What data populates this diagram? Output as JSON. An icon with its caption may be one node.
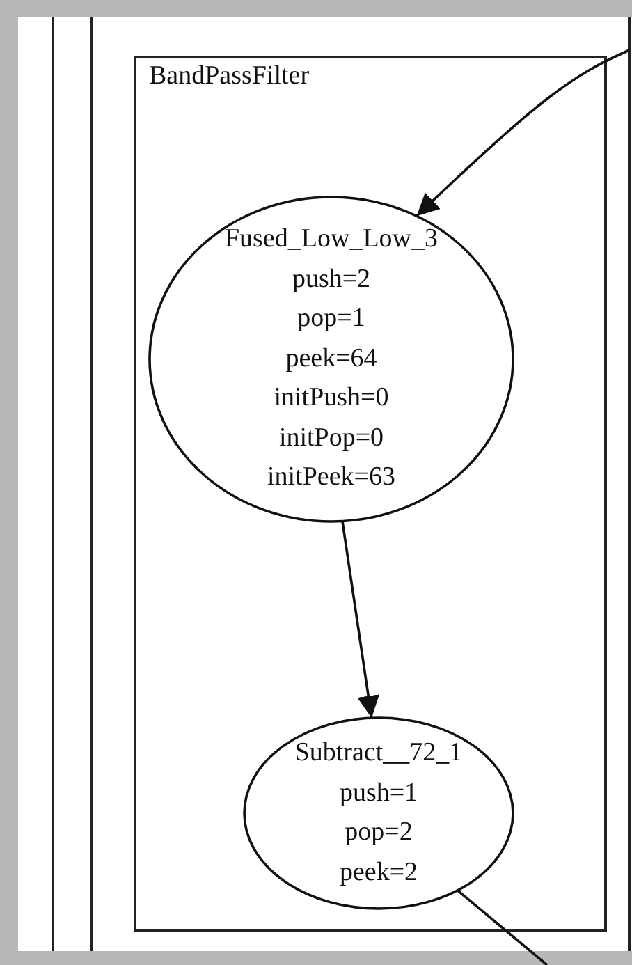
{
  "diagram": {
    "nodes": [
      {
        "text": [
          "BandPassFilter"
        ]
      },
      {
        "text": [
          "Fused_Low_Low_3",
          "push=2",
          "pop=1",
          "peek=64",
          "initPush=0",
          "initPop=0",
          "initPeek=63"
        ],
        "in": 0
      },
      {
        "text": [
          "Subtract__72_1",
          "push=1",
          "pop=2",
          "peek=2"
        ],
        "in": 0
      }
    ],
    "edges": [
      {
        "from": null,
        "to": 1,
        "arrow": "to"
      },
      {
        "from": 1,
        "to": 2,
        "arrow": "to"
      },
      {
        "from": 2,
        "to": null,
        "arrow": "none"
      }
    ]
  }
}
